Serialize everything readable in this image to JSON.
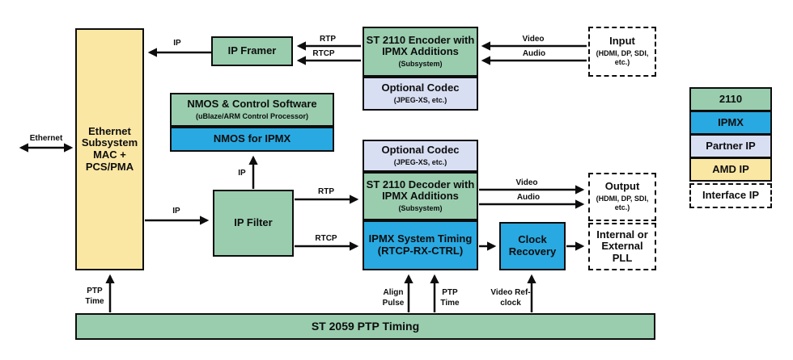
{
  "blocks": {
    "ethernet_subsystem": {
      "label": "Ethernet Subsystem MAC + PCS/PMA"
    },
    "ip_framer": {
      "label": "IP Framer"
    },
    "encoder": {
      "label": "ST 2110 Encoder with IPMX Additions",
      "sublabel": "(Subsystem)"
    },
    "encoder_codec": {
      "label": "Optional Codec",
      "sublabel": "(JPEG-XS, etc.)"
    },
    "input": {
      "label": "Input",
      "sublabel": "(HDMI, DP, SDI, etc.)"
    },
    "nmos_control": {
      "label": "NMOS & Control Software",
      "sublabel": "(uBlaze/ARM Control Processor)"
    },
    "nmos_ipmx": {
      "label": "NMOS for IPMX"
    },
    "ip_filter": {
      "label": "IP Filter"
    },
    "decoder_codec": {
      "label": "Optional Codec",
      "sublabel": "(JPEG-XS, etc.)"
    },
    "decoder": {
      "label": "ST 2110 Decoder with IPMX Additions",
      "sublabel": "(Subsystem)"
    },
    "ipmx_timing": {
      "label": "IPMX System Timing",
      "sublabel": "(RTCP-RX-CTRL)"
    },
    "clock_recovery": {
      "label": "Clock Recovery"
    },
    "output": {
      "label": "Output",
      "sublabel": "(HDMI, DP, SDI, etc.)"
    },
    "pll": {
      "label": "Internal or External PLL"
    },
    "ptp_bar": {
      "label": "ST 2059 PTP Timing"
    }
  },
  "arrow_labels": {
    "ethernet": "Ethernet",
    "ip_to_mac": "IP",
    "rtp_top": "RTP",
    "rtcp_top": "RTCP",
    "video_in": "Video",
    "audio_in": "Audio",
    "ip_to_filter": "IP",
    "ip_to_nmos": "IP",
    "rtp_mid": "RTP",
    "rtcp_mid": "RTCP",
    "video_out": "Video",
    "audio_out": "Audio",
    "ptp_time_left": "PTP Time",
    "align_pulse": "Align Pulse",
    "ptp_time_mid": "PTP Time",
    "video_refclock": "Video Ref-clock"
  },
  "legend": {
    "items": [
      {
        "label": "2110",
        "color": "#99cdae",
        "style": "solid"
      },
      {
        "label": "IPMX",
        "color": "#29a9e1",
        "style": "solid"
      },
      {
        "label": "Partner IP",
        "color": "#d9dff3",
        "style": "solid"
      },
      {
        "label": "AMD IP",
        "color": "#fbe7a4",
        "style": "solid"
      },
      {
        "label": "Interface IP",
        "color": "#ffffff",
        "style": "dashed"
      }
    ]
  },
  "colors": {
    "st2110_green": "#99cdae",
    "ipmx_blue": "#29a9e1",
    "partner_lavender": "#d9dff3",
    "amd_yellow": "#fbe7a4",
    "border_black": "#0d0d0d",
    "background": "#ffffff"
  }
}
